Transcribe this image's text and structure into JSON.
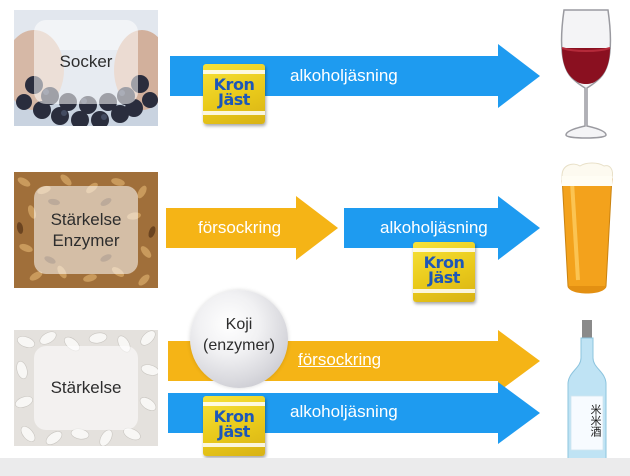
{
  "rows": [
    {
      "ingredient": "Socker",
      "arrows": [
        {
          "label": "alkoholjäsning",
          "color": "#1e9bf0"
        }
      ],
      "yeast_brand": [
        "Kron",
        "Jäst"
      ],
      "product_icon": "wine-glass-icon"
    },
    {
      "ingredient_lines": [
        "Stärkelse",
        "Enzymer"
      ],
      "arrows": [
        {
          "label": "försockring",
          "color": "#f5b416"
        },
        {
          "label": "alkoholjäsning",
          "color": "#1e9bf0"
        }
      ],
      "yeast_brand": [
        "Kron",
        "Jäst"
      ],
      "product_icon": "beer-glass-icon"
    },
    {
      "ingredient": "Stärkelse",
      "koji_lines": [
        "Koji",
        "(enzymer)"
      ],
      "arrows": [
        {
          "label": "försockring",
          "color": "#f5b416"
        },
        {
          "label": "alkoholjäsning",
          "color": "#1e9bf0"
        }
      ],
      "yeast_brand": [
        "Kron",
        "Jäst"
      ],
      "product_icon": "sake-bottle-icon",
      "bottle_label": "米米酒"
    }
  ]
}
